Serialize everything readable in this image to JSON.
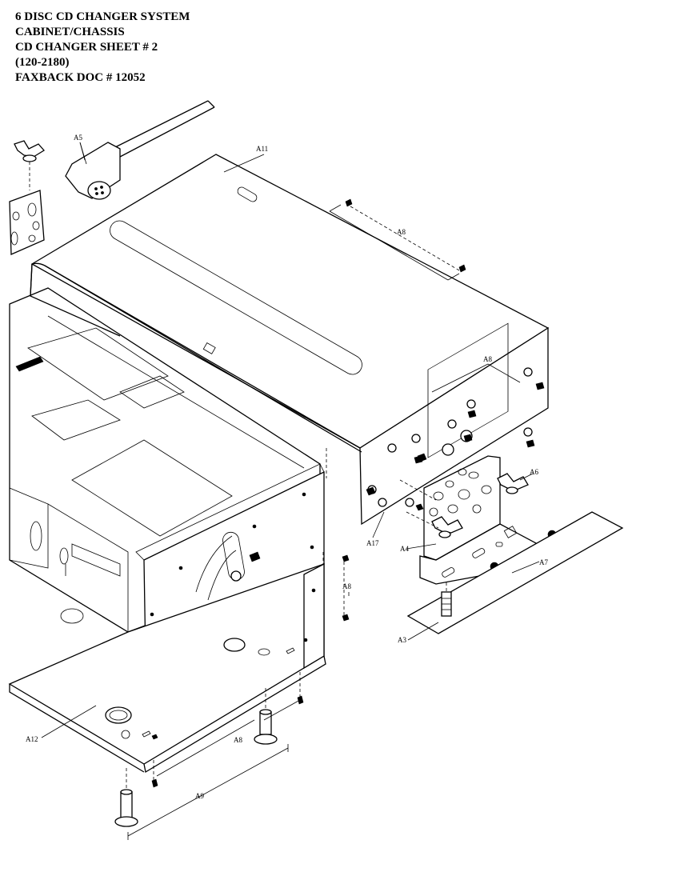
{
  "header": {
    "lines": [
      "6 DISC CD CHANGER SYSTEM",
      "CABINET/CHASSIS",
      "CD CHANGER SHEET # 2",
      "(120-2180)",
      "FAXBACK DOC # 12052"
    ]
  },
  "labels": {
    "a5": "A5",
    "a11": "A11",
    "a8_top": "A8",
    "a8_side": "A8",
    "a8_right": "A8",
    "a8_bottom": "A8",
    "a6": "A6",
    "a17": "A17",
    "a4": "A4",
    "a7": "A7",
    "a3": "A3",
    "a12": "A12",
    "a9": "A9"
  }
}
